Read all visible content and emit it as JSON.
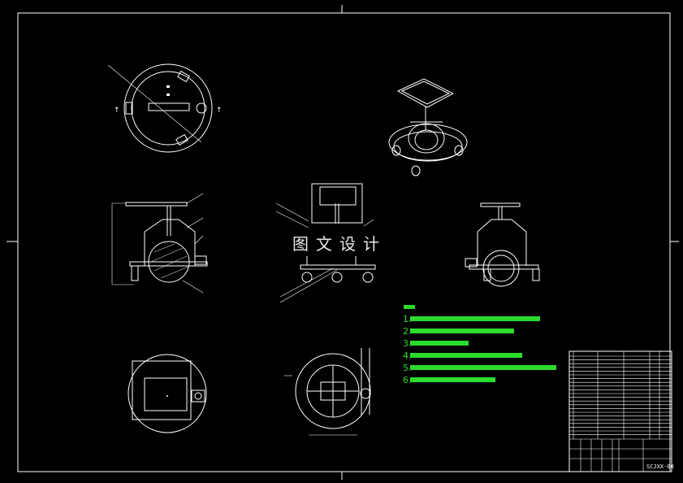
{
  "watermark": "图文设计",
  "notes": {
    "numbers": [
      "1.",
      "2.",
      "3.",
      "4.",
      "5.",
      "6."
    ],
    "color": "#2bdc2b"
  },
  "title_block": {
    "drawing_number": "SCJXX-00"
  },
  "colors": {
    "background": "#000000",
    "lines": "#ffffff",
    "notes": "#2bdc2b"
  }
}
